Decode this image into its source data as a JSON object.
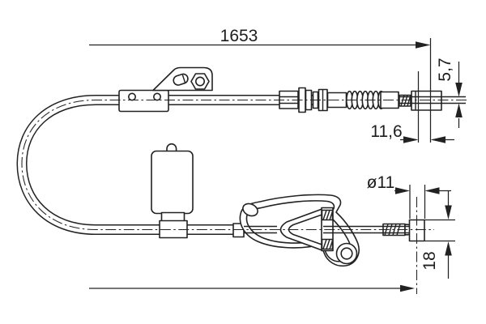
{
  "page": {
    "background": "#ffffff",
    "ink_color": "#222222"
  },
  "drawing": {
    "kind": "parking-brake-cable-technical-drawing",
    "labels": {
      "overall_length": "1653",
      "rod_diameter": "5,7",
      "end_fitting_length": "11,6",
      "barrel_diameter": "ø11",
      "barrel_length": "18"
    }
  }
}
